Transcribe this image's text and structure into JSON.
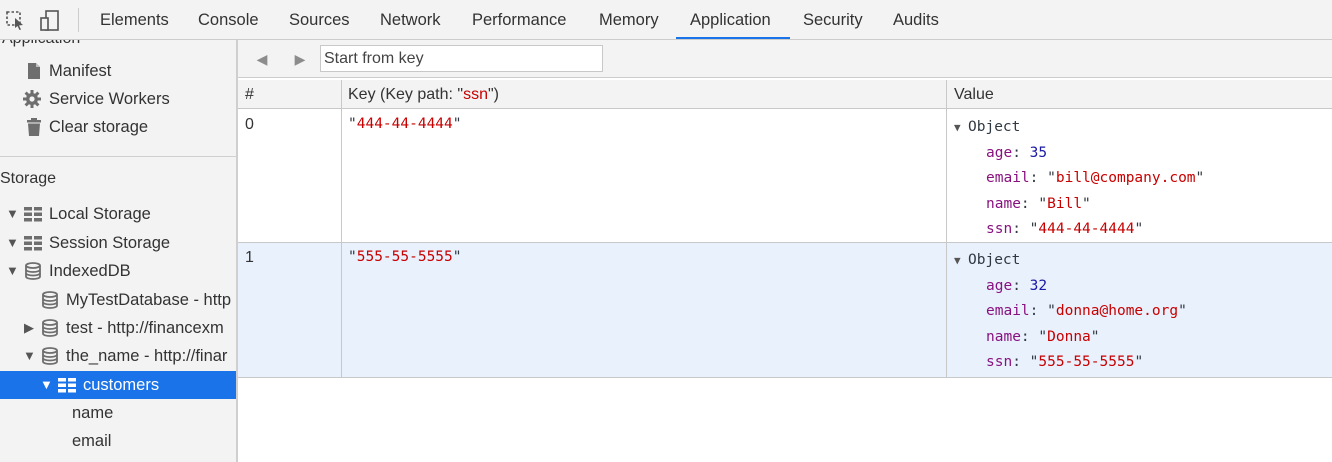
{
  "toolbar": {
    "tabs": [
      "Elements",
      "Console",
      "Sources",
      "Network",
      "Performance",
      "Memory",
      "Application",
      "Security",
      "Audits"
    ],
    "selected_tab": "Application"
  },
  "sidebar": {
    "clipped_title": "Application",
    "app_items": [
      "Manifest",
      "Service Workers",
      "Clear storage"
    ],
    "storage_heading": "Storage",
    "storage_items": {
      "local_storage": "Local Storage",
      "session_storage": "Session Storage",
      "indexeddb": "IndexedDB",
      "db1": "MyTestDatabase - http",
      "db2": "test - http://financexm",
      "db3": "the_name - http://finar",
      "store": "customers",
      "index1": "name",
      "index2": "email"
    }
  },
  "main": {
    "start_from_key_placeholder": "Start from key",
    "columns": {
      "num": "#",
      "key_prefix": "Key (Key path: ",
      "key_path": "ssn",
      "key_suffix": ")",
      "value": "Value"
    },
    "rows": [
      {
        "num": "0",
        "key": "444-44-4444",
        "object_label": "Object",
        "age": "35",
        "email": "bill@company.com",
        "name": "Bill",
        "ssn": "444-44-4444"
      },
      {
        "num": "1",
        "key": "555-55-5555",
        "object_label": "Object",
        "age": "32",
        "email": "donna@home.org",
        "name": "Donna",
        "ssn": "555-55-5555"
      }
    ],
    "prop_names": {
      "age": "age",
      "email": "email",
      "name": "name",
      "ssn": "ssn"
    }
  },
  "colors": {
    "accent": "#1a73e8",
    "string": "#c80000",
    "prop_key": "#881280",
    "number": "#1a1aa6",
    "selected_row_bg": "#e9f1fd"
  }
}
